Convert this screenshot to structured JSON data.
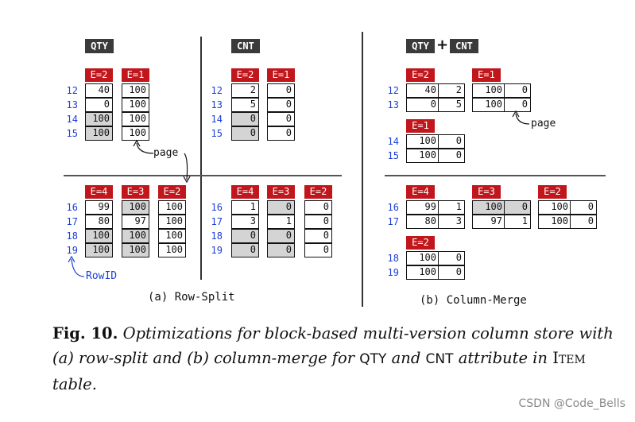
{
  "headers": {
    "qty": "QTY",
    "cnt": "CNT",
    "plus": "+"
  },
  "annotations": {
    "page": "page",
    "rowid": "RowID"
  },
  "labels": {
    "row_split": "(a) Row-Split",
    "column_merge": "(b) Column-Merge"
  },
  "a_qty": {
    "top": {
      "rows": [
        "12",
        "13",
        "14",
        "15"
      ],
      "blocks": [
        {
          "tag": "E=2",
          "vals": [
            "40",
            "0",
            "100",
            "100"
          ],
          "shade": [
            false,
            false,
            true,
            true
          ]
        },
        {
          "tag": "E=1",
          "vals": [
            "100",
            "100",
            "100",
            "100"
          ],
          "shade": [
            false,
            false,
            false,
            false
          ]
        }
      ]
    },
    "bottom": {
      "rows": [
        "16",
        "17",
        "18",
        "19"
      ],
      "blocks": [
        {
          "tag": "E=4",
          "vals": [
            "99",
            "80",
            "100",
            "100"
          ],
          "shade": [
            false,
            false,
            true,
            true
          ]
        },
        {
          "tag": "E=3",
          "vals": [
            "100",
            "97",
            "100",
            "100"
          ],
          "shade": [
            true,
            false,
            true,
            true
          ]
        },
        {
          "tag": "E=2",
          "vals": [
            "100",
            "100",
            "100",
            "100"
          ],
          "shade": [
            false,
            false,
            false,
            false
          ]
        }
      ]
    }
  },
  "a_cnt": {
    "top": {
      "rows": [
        "12",
        "13",
        "14",
        "15"
      ],
      "blocks": [
        {
          "tag": "E=2",
          "vals": [
            "2",
            "5",
            "0",
            "0"
          ],
          "shade": [
            false,
            false,
            true,
            true
          ]
        },
        {
          "tag": "E=1",
          "vals": [
            "0",
            "0",
            "0",
            "0"
          ],
          "shade": [
            false,
            false,
            false,
            false
          ]
        }
      ]
    },
    "bottom": {
      "rows": [
        "16",
        "17",
        "18",
        "19"
      ],
      "blocks": [
        {
          "tag": "E=4",
          "vals": [
            "1",
            "3",
            "0",
            "0"
          ],
          "shade": [
            false,
            false,
            true,
            true
          ]
        },
        {
          "tag": "E=3",
          "vals": [
            "0",
            "1",
            "0",
            "0"
          ],
          "shade": [
            true,
            false,
            true,
            true
          ]
        },
        {
          "tag": "E=2",
          "vals": [
            "0",
            "0",
            "0",
            "0"
          ],
          "shade": [
            false,
            false,
            false,
            false
          ]
        }
      ]
    }
  },
  "b": {
    "g1": {
      "rows": [
        "12",
        "13"
      ],
      "blocks": [
        {
          "tag": "E=2",
          "vals": [
            [
              "40",
              "2"
            ],
            [
              "0",
              "5"
            ]
          ],
          "shade": [
            false,
            false
          ]
        },
        {
          "tag": "E=1",
          "vals": [
            [
              "100",
              "0"
            ],
            [
              "100",
              "0"
            ]
          ],
          "shade": [
            false,
            false
          ]
        }
      ]
    },
    "g2": {
      "rows": [
        "14",
        "15"
      ],
      "blocks": [
        {
          "tag": "E=1",
          "vals": [
            [
              "100",
              "0"
            ],
            [
              "100",
              "0"
            ]
          ],
          "shade": [
            false,
            false
          ]
        }
      ]
    },
    "g3": {
      "rows": [
        "16",
        "17"
      ],
      "blocks": [
        {
          "tag": "E=4",
          "vals": [
            [
              "99",
              "1"
            ],
            [
              "80",
              "3"
            ]
          ],
          "shade": [
            false,
            false
          ]
        },
        {
          "tag": "E=3",
          "vals": [
            [
              "100",
              "0"
            ],
            [
              "97",
              "1"
            ]
          ],
          "shade": [
            true,
            false
          ]
        },
        {
          "tag": "E=2",
          "vals": [
            [
              "100",
              "0"
            ],
            [
              "100",
              "0"
            ]
          ],
          "shade": [
            false,
            false
          ]
        }
      ]
    },
    "g4": {
      "rows": [
        "18",
        "19"
      ],
      "blocks": [
        {
          "tag": "E=2",
          "vals": [
            [
              "100",
              "0"
            ],
            [
              "100",
              "0"
            ]
          ],
          "shade": [
            false,
            false
          ]
        }
      ]
    }
  },
  "caption": {
    "fig": "Fig. 10.",
    "t1": " Optimizations for block-based multi-version column store with (a) row-split and (b) column-merge for ",
    "qty": "QTY",
    "t2": " and ",
    "cnt": "CNT",
    "t3": " attribute in ",
    "item": "Item",
    "t4": " table."
  },
  "watermark": "CSDN @Code_Bells"
}
